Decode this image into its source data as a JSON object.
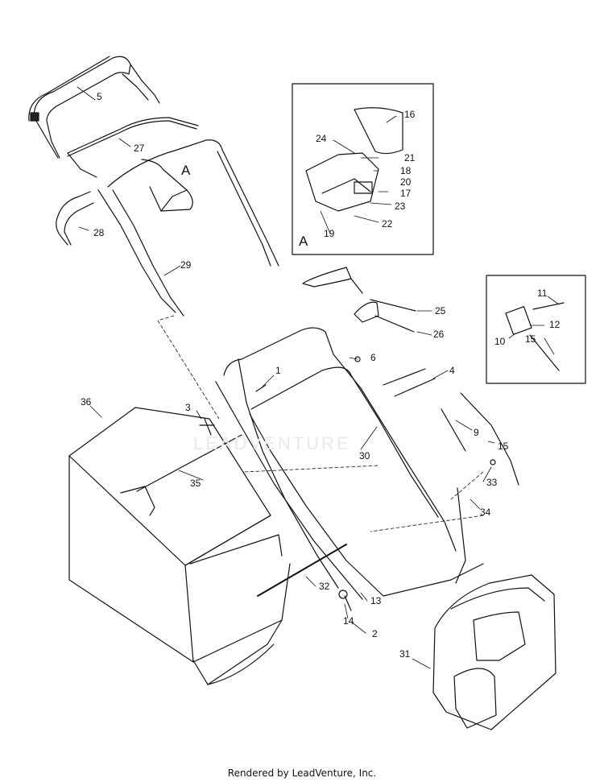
{
  "callouts": {
    "p1": "1",
    "p2": "2",
    "p3": "3",
    "p4": "4",
    "p5": "5",
    "p6": "6",
    "p9": "9",
    "p10": "10",
    "p11": "11",
    "p12": "12",
    "p13": "13",
    "p14": "14",
    "p15a": "15",
    "p15b": "15",
    "p16": "16",
    "p17": "17",
    "p18": "18",
    "p19": "19",
    "p20": "20",
    "p21": "21",
    "p22": "22",
    "p23": "23",
    "p24": "24",
    "p25": "25",
    "p26": "26",
    "p27": "27",
    "p28": "28",
    "p29": "29",
    "p30": "30",
    "p31": "31",
    "p32": "32",
    "p33": "33",
    "p34": "34",
    "p35": "35",
    "p36": "36"
  },
  "detail_labels": {
    "main": "A",
    "inset": "A"
  },
  "watermark": "LEADVENTURE",
  "footer": "Rendered by LeadVenture, Inc."
}
